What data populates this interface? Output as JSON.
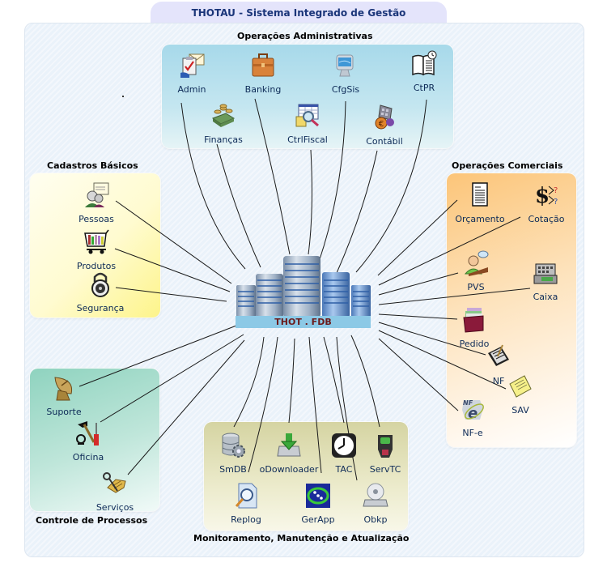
{
  "header": {
    "title": "THOTAU - Sistema Integrado de Gestão"
  },
  "center": {
    "label": "THOT . FDB",
    "icon": "database-servers-icon"
  },
  "groups": {
    "admin": {
      "title": "Operações Administrativas",
      "items": [
        {
          "label": "Admin",
          "icon": "clipboard-mail-icon"
        },
        {
          "label": "Banking",
          "icon": "briefcase-icon"
        },
        {
          "label": "CfgSis",
          "icon": "monitor-config-icon"
        },
        {
          "label": "CtPR",
          "icon": "book-clock-icon"
        },
        {
          "label": "Finanças",
          "icon": "money-coins-icon"
        },
        {
          "label": "CtrlFiscal",
          "icon": "spreadsheet-magnifier-icon"
        },
        {
          "label": "Contábil",
          "icon": "calculator-euro-icon"
        }
      ]
    },
    "cadastros": {
      "title": "Cadastros Básicos",
      "items": [
        {
          "label": "Pessoas",
          "icon": "people-card-icon"
        },
        {
          "label": "Produtos",
          "icon": "shopping-cart-icon"
        },
        {
          "label": "Segurança",
          "icon": "padlock-icon"
        }
      ]
    },
    "comerciais": {
      "title": "Operações Comerciais",
      "items": [
        {
          "label": "Orçamento",
          "icon": "document-icon"
        },
        {
          "label": "Cotação",
          "icon": "dollar-question-icon"
        },
        {
          "label": "PVS",
          "icon": "salesperson-icon"
        },
        {
          "label": "Caixa",
          "icon": "cash-register-icon"
        },
        {
          "label": "Pedido",
          "icon": "file-box-icon"
        },
        {
          "label": "NF",
          "icon": "invoice-pen-icon"
        },
        {
          "label": "SAV",
          "icon": "sticky-note-icon"
        },
        {
          "label": "NF-e",
          "icon": "nfe-logo-icon"
        }
      ]
    },
    "processos": {
      "title": "Controle de Processos",
      "items": [
        {
          "label": "Suporte",
          "icon": "satellite-dish-icon"
        },
        {
          "label": "Oficina",
          "icon": "tools-icon"
        },
        {
          "label": "Serviços",
          "icon": "handshake-wrench-icon"
        }
      ]
    },
    "monitoramento": {
      "title": "Monitoramento, Manutenção e Atualização",
      "items": [
        {
          "label": "SmDB",
          "icon": "database-gear-icon"
        },
        {
          "label": "oDownloader",
          "icon": "download-drive-icon"
        },
        {
          "label": "TAC",
          "icon": "clock-icon"
        },
        {
          "label": "ServTC",
          "icon": "terminal-device-icon"
        },
        {
          "label": "Replog",
          "icon": "log-magnifier-icon"
        },
        {
          "label": "GerApp",
          "icon": "app-manager-icon"
        },
        {
          "label": "Obkp",
          "icon": "backup-disc-icon"
        }
      ]
    }
  }
}
